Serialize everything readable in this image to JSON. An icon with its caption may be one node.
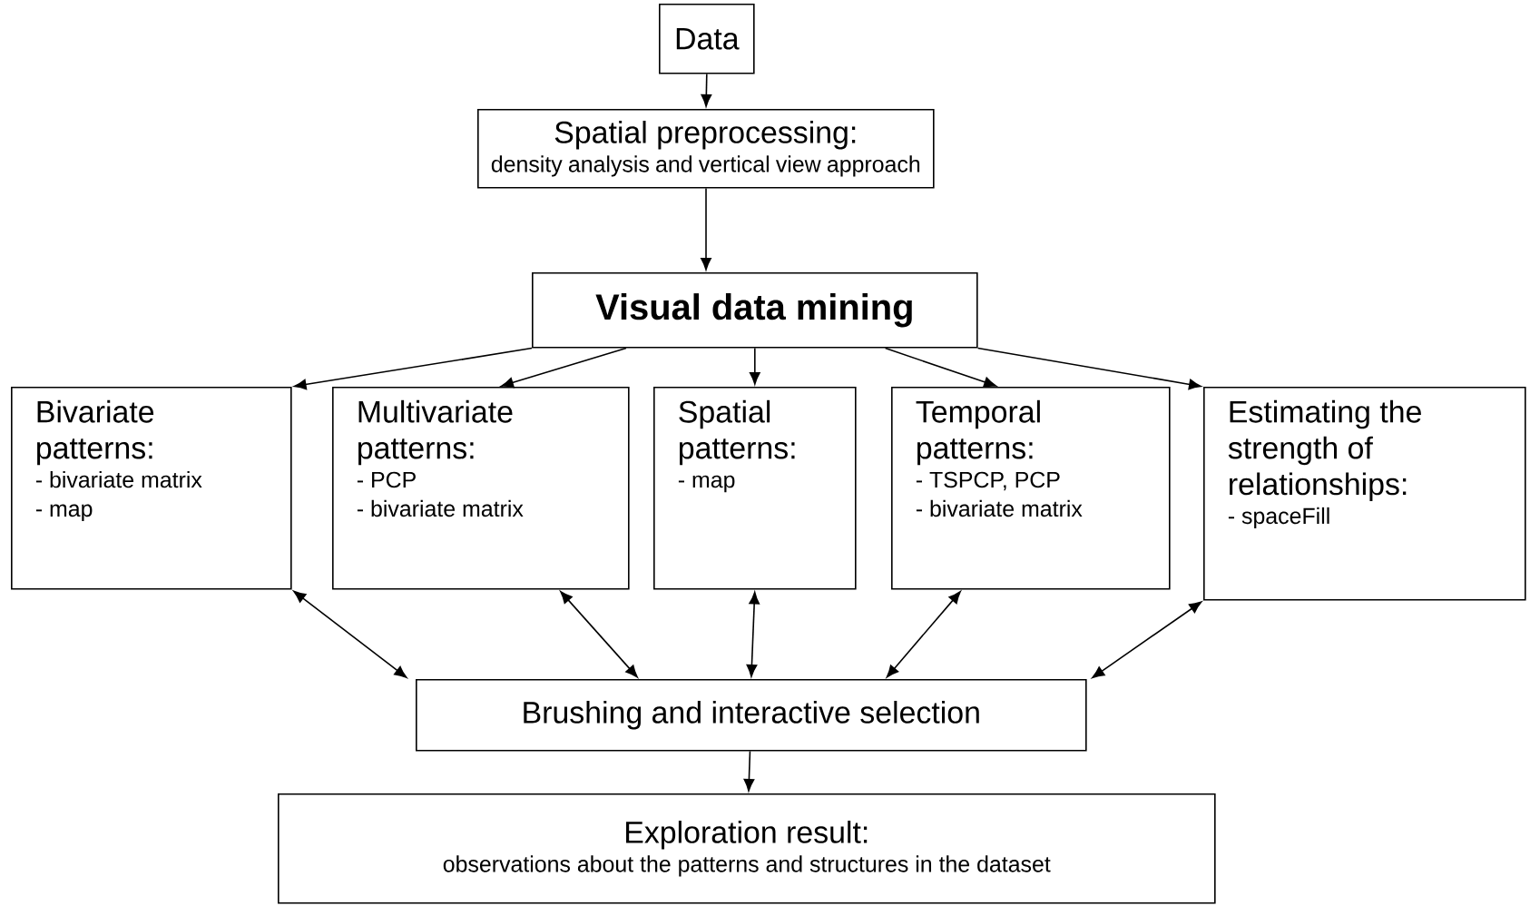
{
  "diagram": {
    "nodes": [
      {
        "text": [
          "Data"
        ]
      },
      {
        "text": [
          "Spatial preprocessing:",
          "density analysis and vertical view approach"
        ]
      },
      {
        "text": [
          "Visual data mining"
        ]
      },
      {
        "text": [
          "Bivariate patterns:",
          "- bivariate matrix",
          "- map"
        ]
      },
      {
        "text": [
          "Multivariate patterns:",
          "- PCP",
          "- bivariate matrix"
        ]
      },
      {
        "text": [
          "Spatial patterns:",
          "- map"
        ]
      },
      {
        "text": [
          "Temporal patterns:",
          "- TSPCP, PCP",
          "- bivariate matrix"
        ]
      },
      {
        "text": [
          "Estimating the strength of relationships:",
          "- spaceFill"
        ]
      },
      {
        "text": [
          "Brushing and interactive selection"
        ]
      },
      {
        "text": [
          "Exploration result:",
          "observations about the patterns and structures in the dataset"
        ]
      }
    ],
    "edges": [
      {
        "from": 0,
        "to": 1,
        "arrow": "to"
      },
      {
        "from": 1,
        "to": 2,
        "arrow": "to"
      },
      {
        "from": 2,
        "to": 3,
        "arrow": "to"
      },
      {
        "from": 2,
        "to": 4,
        "arrow": "to"
      },
      {
        "from": 2,
        "to": 5,
        "arrow": "to"
      },
      {
        "from": 2,
        "to": 6,
        "arrow": "to"
      },
      {
        "from": 2,
        "to": 7,
        "arrow": "to"
      },
      {
        "from": 8,
        "to": 3,
        "arrow": "both"
      },
      {
        "from": 8,
        "to": 4,
        "arrow": "both"
      },
      {
        "from": 8,
        "to": 5,
        "arrow": "both"
      },
      {
        "from": 8,
        "to": 6,
        "arrow": "both"
      },
      {
        "from": 8,
        "to": 7,
        "arrow": "both"
      },
      {
        "from": 8,
        "to": 9,
        "arrow": "to"
      }
    ]
  }
}
